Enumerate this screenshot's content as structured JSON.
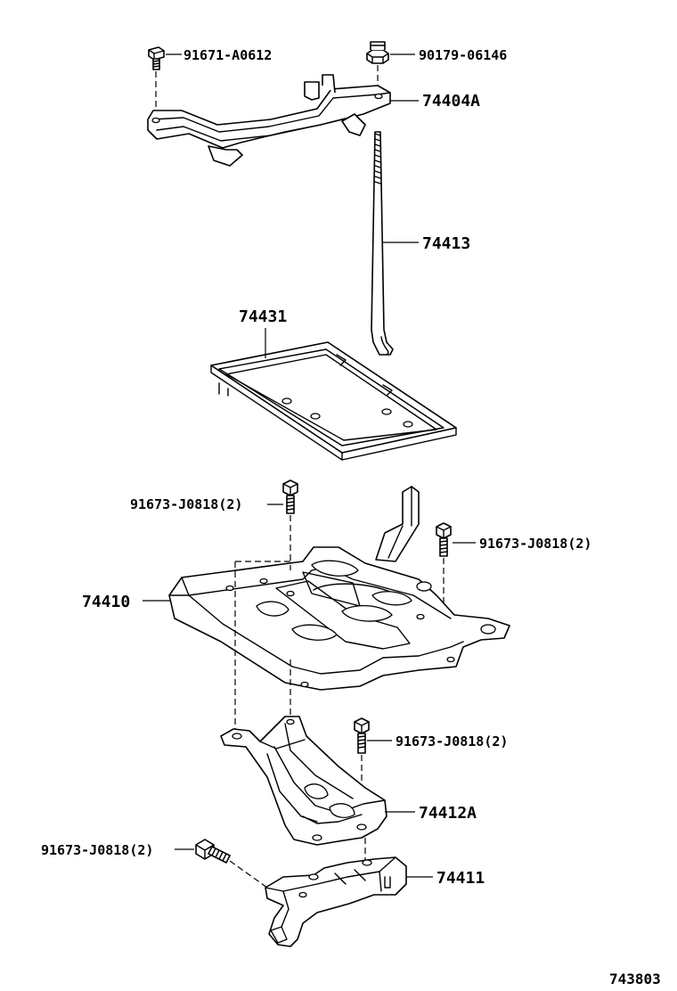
{
  "diagram": {
    "labels": {
      "bolt_top_left": "91671-A0612",
      "nut_top_right": "90179-06146",
      "clamp": "74404A",
      "rod": "74413",
      "tray": "74431",
      "bolt_carrier_left": "91673-J0818(2)",
      "bolt_carrier_right": "91673-J0818(2)",
      "carrier": "74410",
      "bolt_bracket": "91673-J0818(2)",
      "bracket_a": "74412A",
      "bolt_bottom_left": "91673-J0818(2)",
      "bracket_b": "74411"
    },
    "figure_number": "743803"
  }
}
